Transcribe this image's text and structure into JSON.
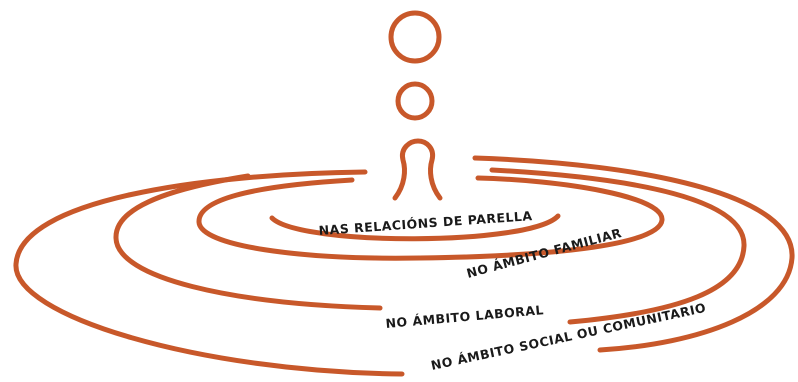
{
  "colors": {
    "ring_stroke": "#c8582a",
    "label_text": "#1a1a1a",
    "background": "#ffffff"
  },
  "labels": {
    "relationships": "NAS RELACIÓNS DE PARELLA",
    "family": "NO ÁMBITO FAMILIAR",
    "work": "NO ÁMBITO LABORAL",
    "social": "NO ÁMBITO SOCIAL OU COMUNITARIO"
  }
}
